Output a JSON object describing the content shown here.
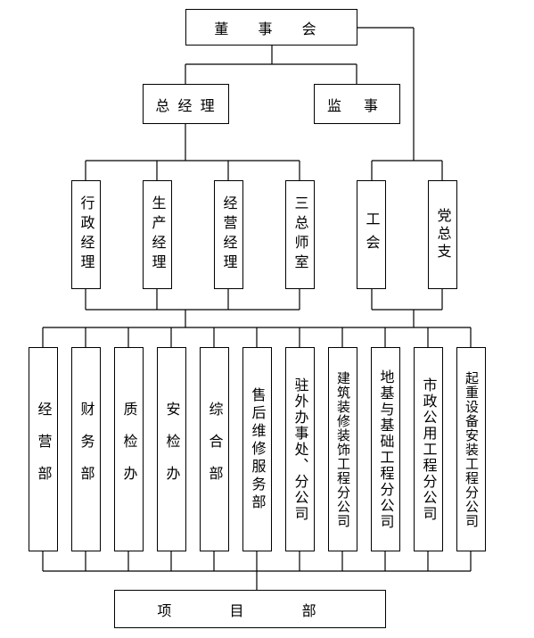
{
  "board": "董 事 会",
  "general_manager": "总 经 理",
  "supervisor": "监 事",
  "managers": [
    "行政经理",
    "生产经理",
    "经营经理",
    "三总师室"
  ],
  "union": "工会",
  "party": "党总支",
  "departments": [
    "经营部",
    "财务部",
    "质检办",
    "安检办",
    "综合部",
    "售后维修服务部",
    "驻外办事处、分公司",
    "建筑装修装饰工程分公司",
    "地基与基础工程分公司",
    "市政公用工程分公司",
    "起重设备安装工程分公司"
  ],
  "project": "项 目 部"
}
